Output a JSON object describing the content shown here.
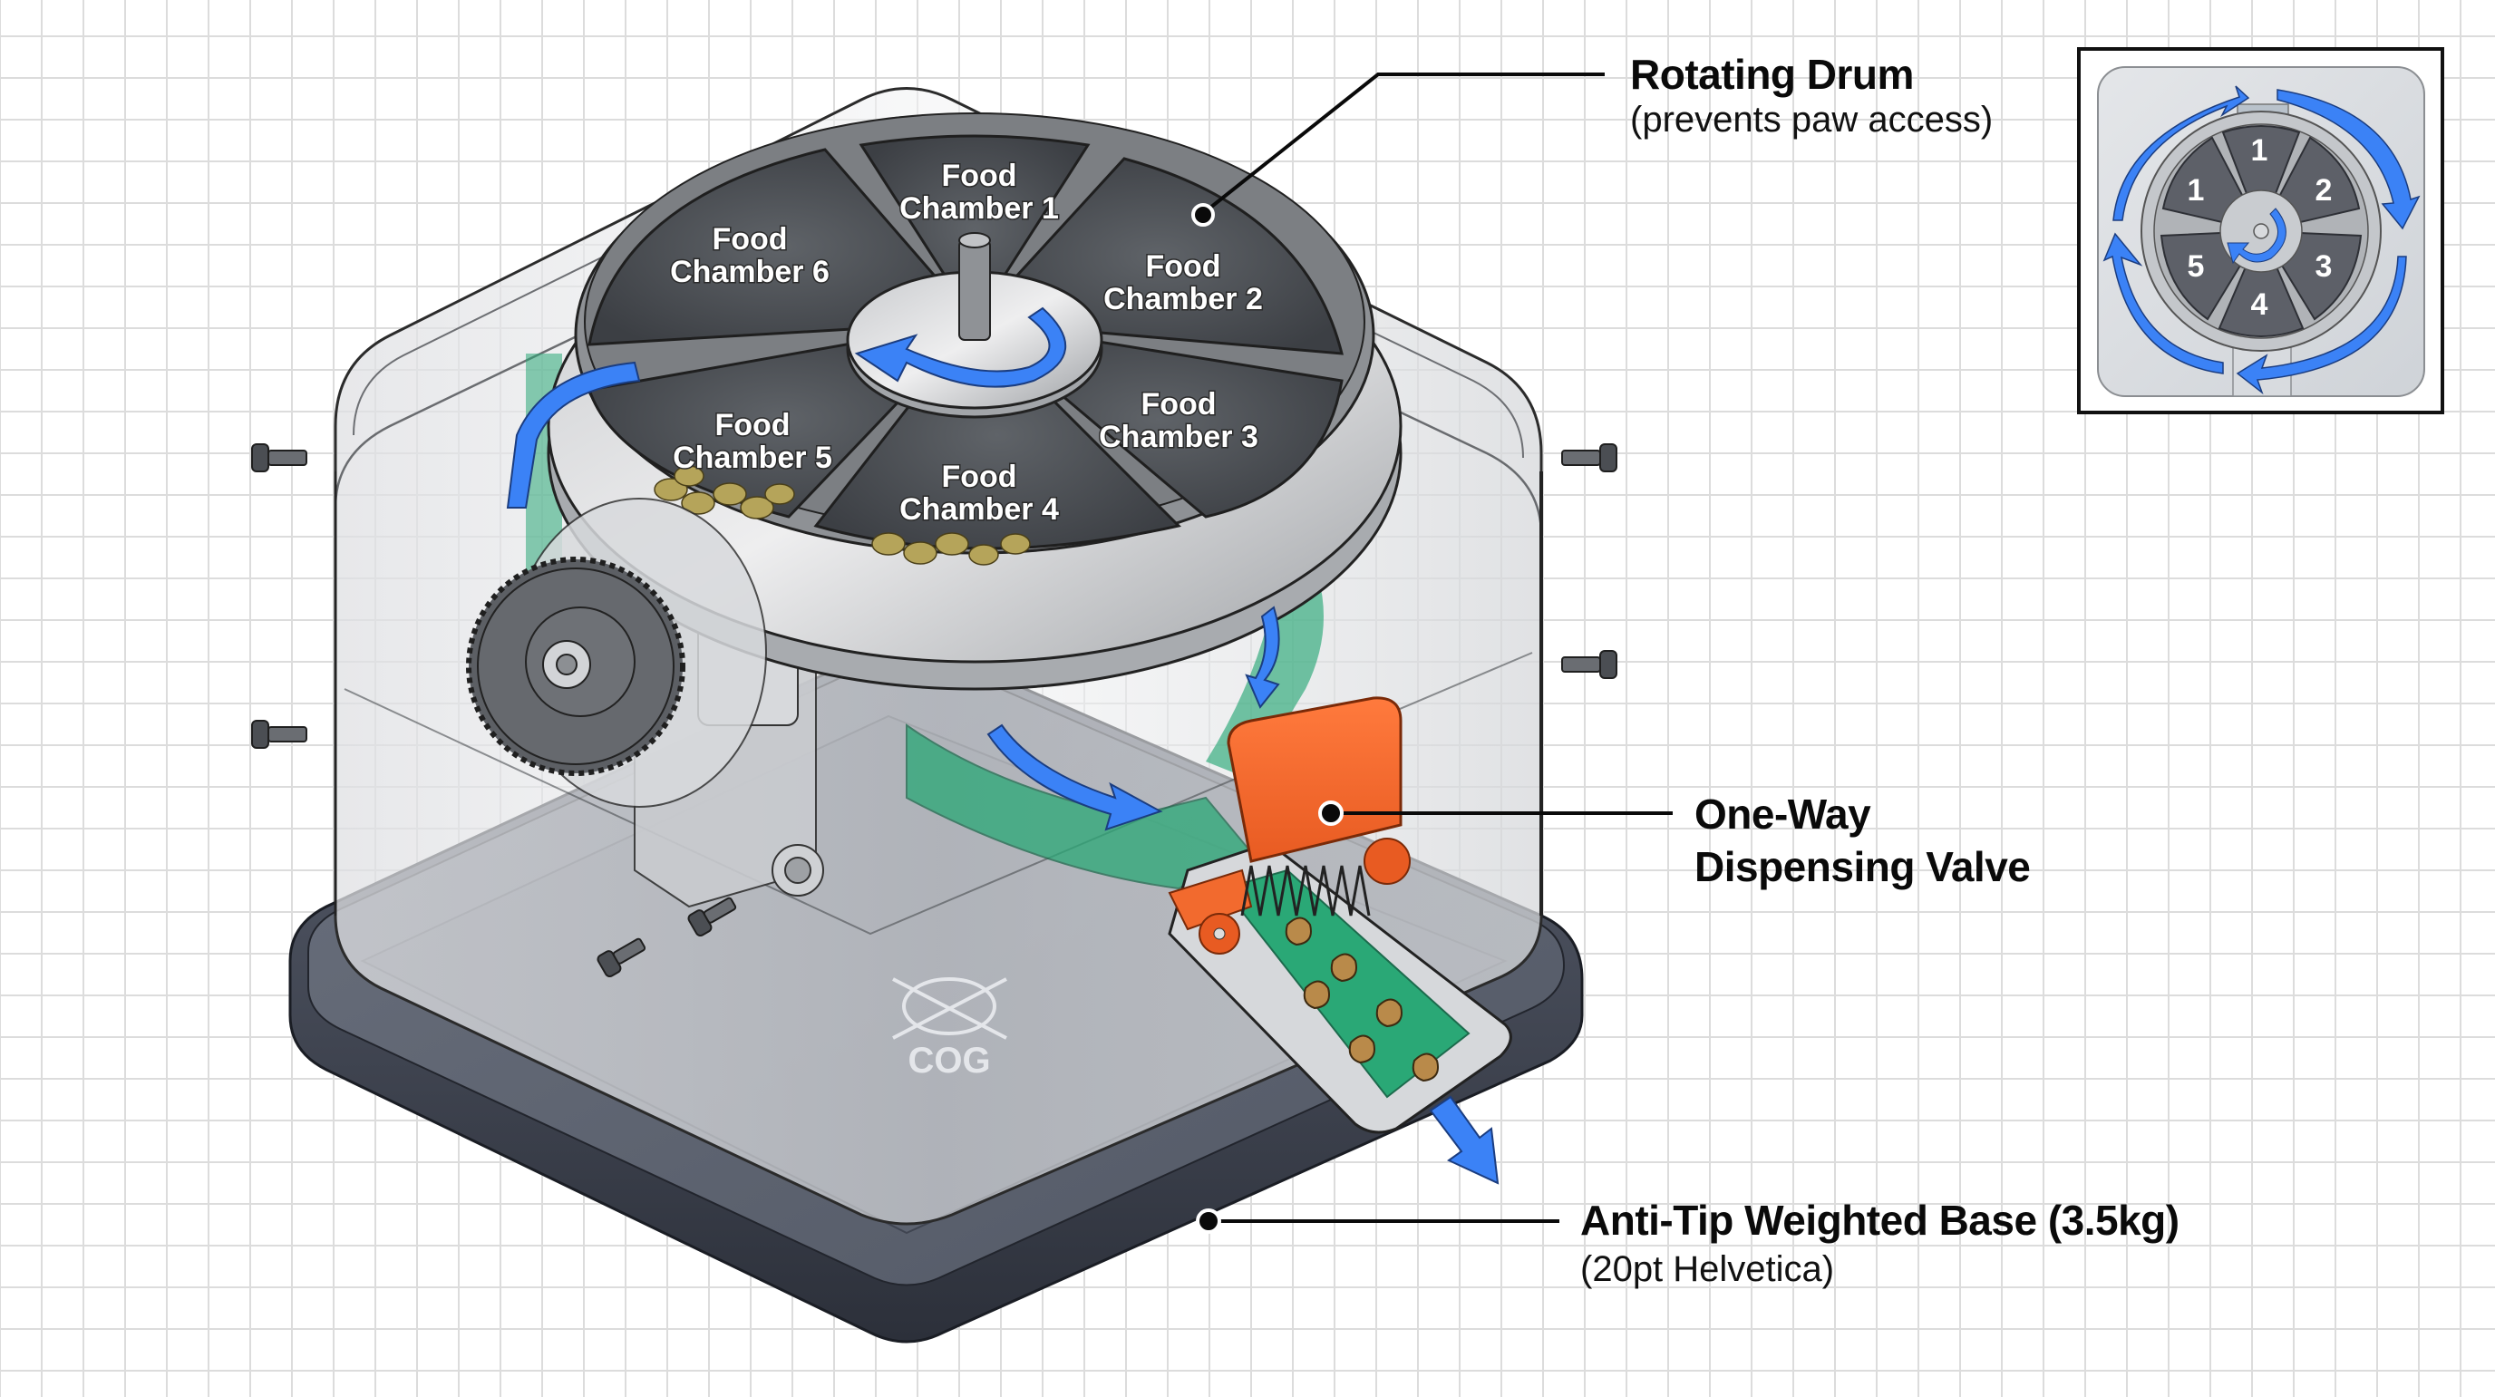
{
  "diagram": {
    "title": "Pet Food Dispenser — Cutaway Isometric",
    "colors": {
      "background": "#ffffff",
      "grid": "#dcdcdc",
      "flow_arrow": "#3b82f6",
      "valve": "#f26a2e",
      "food_channel": "#2aa876",
      "kibble": "#b98a4a",
      "base": "#3a3f4b",
      "housing": "#e6e7ea",
      "drum_metal": "#9a9ca0",
      "chamber_dark": "#4a4d52"
    },
    "callouts": [
      {
        "id": "rotating-drum",
        "title": "Rotating Drum",
        "subtitle": "(prevents paw access)"
      },
      {
        "id": "one-way-valve",
        "title_line1": "One-Way",
        "title_line2": "Dispensing Valve"
      },
      {
        "id": "weighted-base",
        "title": "Anti-Tip Weighted Base (3.5kg)",
        "subtitle": "(20pt Helvetica)"
      }
    ],
    "chambers": [
      {
        "line1": "Food",
        "line2": "Chamber 1"
      },
      {
        "line1": "Food",
        "line2": "Chamber 2"
      },
      {
        "line1": "Food",
        "line2": "Chamber 3"
      },
      {
        "line1": "Food",
        "line2": "Chamber 4"
      },
      {
        "line1": "Food",
        "line2": "Chamber 5"
      },
      {
        "line1": "Food",
        "line2": "Chamber 6"
      }
    ],
    "cog_marker": {
      "label": "COG",
      "icon": "center-of-gravity-symbol"
    },
    "inset": {
      "description": "Top-view rotation diagram",
      "segment_numbers": [
        "1",
        "2",
        "3",
        "4",
        "5",
        "1"
      ],
      "icons": [
        "clockwise-arrow",
        "rotation-center-arrow"
      ]
    },
    "icons": [
      "screw-icon",
      "gear-icon",
      "motor-icon",
      "spring-icon",
      "flow-arrow-icon",
      "dispense-arrow-icon"
    ]
  }
}
